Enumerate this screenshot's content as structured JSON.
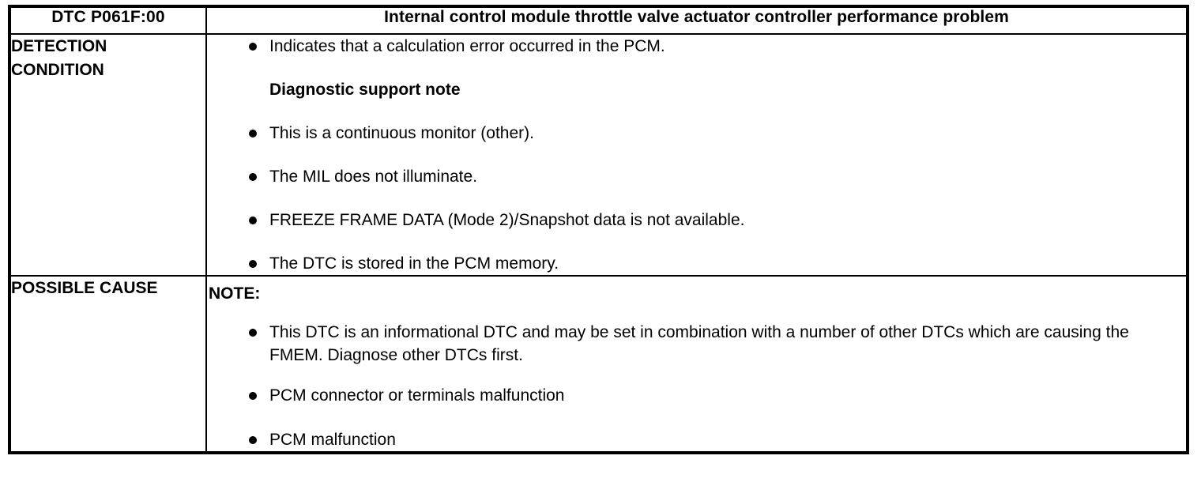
{
  "table": {
    "header": {
      "code": "DTC P061F:00",
      "title": "Internal control module throttle valve actuator controller performance problem"
    },
    "rows": [
      {
        "label": "DETECTION\nCONDITION",
        "items": [
          {
            "type": "bullet",
            "text": "Indicates that a calculation error occurred in the PCM."
          },
          {
            "type": "subhead",
            "text": "Diagnostic support note"
          },
          {
            "type": "bullet",
            "text": "This is a continuous monitor (other)."
          },
          {
            "type": "bullet",
            "text": "The MIL does not illuminate."
          },
          {
            "type": "bullet",
            "text": "FREEZE FRAME DATA (Mode 2)/Snapshot data is not available."
          },
          {
            "type": "bullet",
            "text": "The DTC is stored in the PCM memory."
          }
        ]
      },
      {
        "label": "POSSIBLE CAUSE",
        "note_head": "NOTE:",
        "items": [
          {
            "type": "bullet",
            "text": "This DTC is an informational DTC and may be set in combination with a number of other DTCs which are causing the FMEM. Diagnose other DTCs first."
          },
          {
            "type": "bullet",
            "text": "PCM connector or terminals malfunction"
          },
          {
            "type": "bullet",
            "text": "PCM malfunction"
          }
        ]
      }
    ]
  },
  "colors": {
    "background": "#ffffff",
    "text": "#000000",
    "border": "#000000"
  }
}
